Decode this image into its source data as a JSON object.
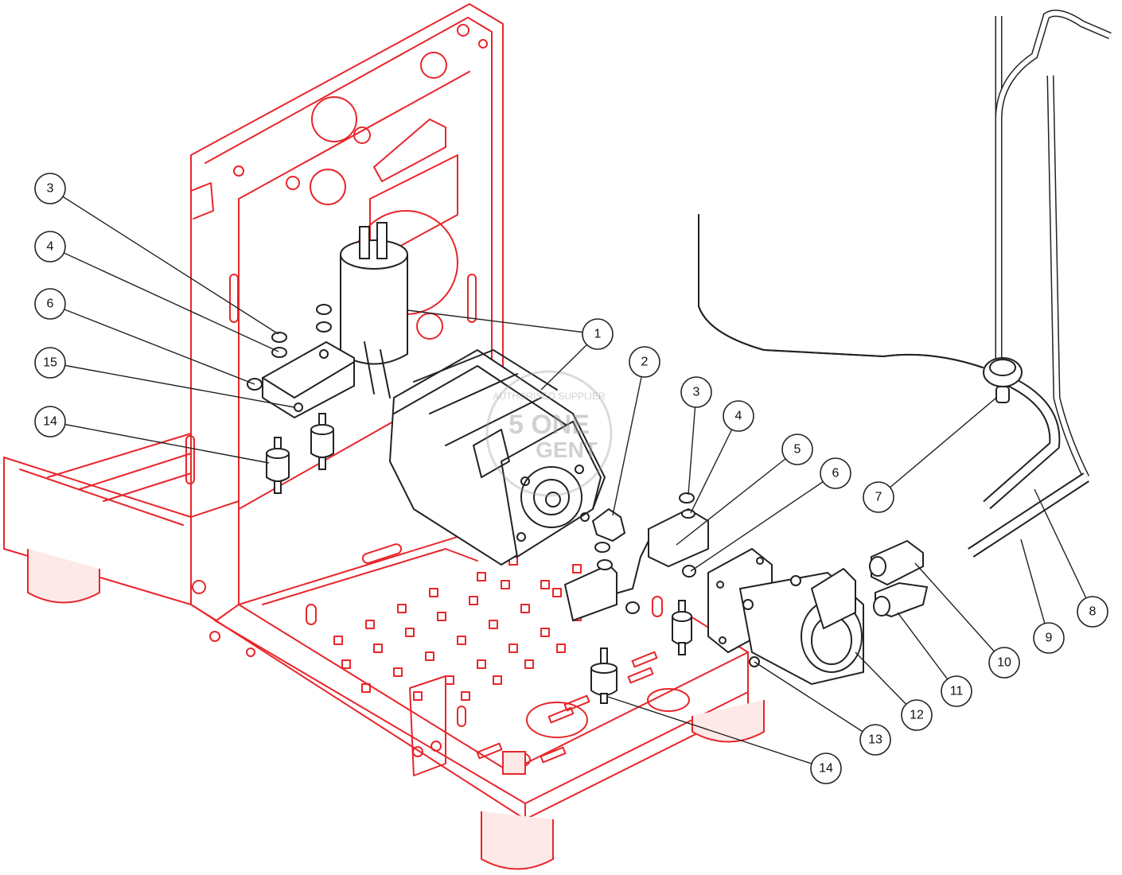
{
  "watermark": {
    "line1": "AUTHORISED SUPPLIER",
    "line2": "5 ONE",
    "line3": "GENT"
  },
  "callouts": [
    {
      "id": "c1",
      "label": "1"
    },
    {
      "id": "c2",
      "label": "2"
    },
    {
      "id": "c3a",
      "label": "3"
    },
    {
      "id": "c3b",
      "label": "3"
    },
    {
      "id": "c4a",
      "label": "4"
    },
    {
      "id": "c4b",
      "label": "4"
    },
    {
      "id": "c5",
      "label": "5"
    },
    {
      "id": "c6a",
      "label": "6"
    },
    {
      "id": "c6b",
      "label": "6"
    },
    {
      "id": "c7",
      "label": "7"
    },
    {
      "id": "c8",
      "label": "8"
    },
    {
      "id": "c9",
      "label": "9"
    },
    {
      "id": "c10",
      "label": "10"
    },
    {
      "id": "c11",
      "label": "11"
    },
    {
      "id": "c12",
      "label": "12"
    },
    {
      "id": "c13",
      "label": "13"
    },
    {
      "id": "c14a",
      "label": "14"
    },
    {
      "id": "c14b",
      "label": "14"
    },
    {
      "id": "c15",
      "label": "15"
    }
  ],
  "colors": {
    "frame": "#e8262a",
    "parts": "#222222"
  }
}
